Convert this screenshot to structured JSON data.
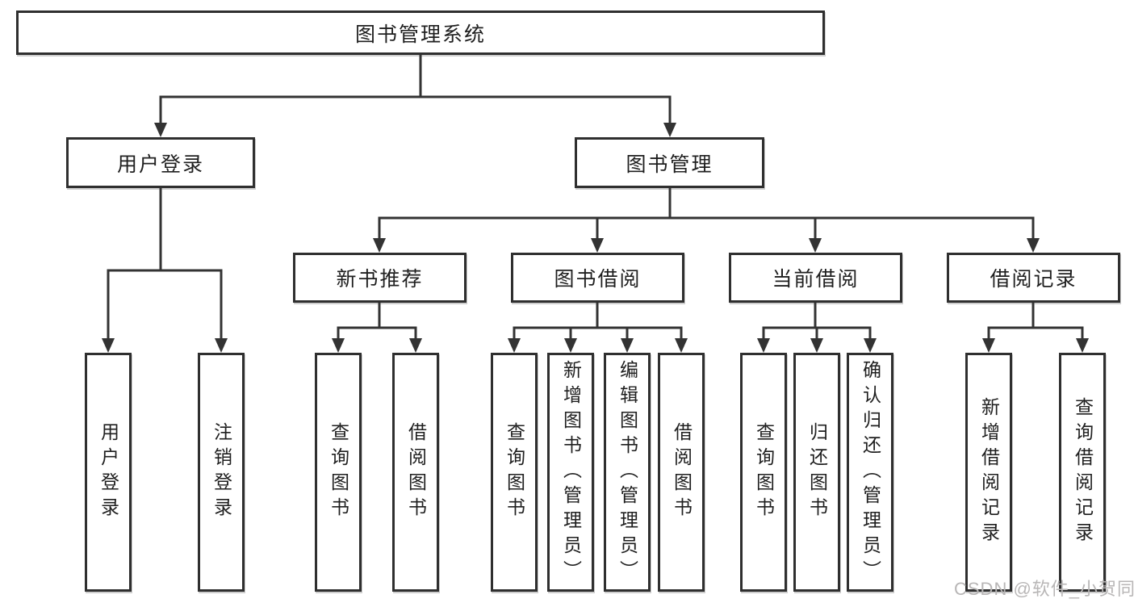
{
  "tree": {
    "root": {
      "label": "图书管理系统"
    },
    "level2": [
      {
        "label": "用户登录"
      },
      {
        "label": "图书管理"
      }
    ],
    "level3": [
      {
        "label": "新书推荐"
      },
      {
        "label": "图书借阅"
      },
      {
        "label": "当前借阅"
      },
      {
        "label": "借阅记录"
      }
    ],
    "leaves": {
      "user_login": [
        {
          "label": "用户登录"
        },
        {
          "label": "注销登录"
        }
      ],
      "new_book": [
        {
          "label": "查询图书"
        },
        {
          "label": "借阅图书"
        }
      ],
      "book_borrow": [
        {
          "label": "查询图书"
        },
        {
          "label": "新增图书（管理员）"
        },
        {
          "label": "编辑图书（管理员）"
        },
        {
          "label": "借阅图书"
        }
      ],
      "current_borrow": [
        {
          "label": "查询图书"
        },
        {
          "label": "归还图书"
        },
        {
          "label": "确认归还（管理员）"
        }
      ],
      "borrow_records": [
        {
          "label": "新增借阅记录"
        },
        {
          "label": "查询借阅记录"
        }
      ]
    }
  },
  "watermark": {
    "text": "CSDN @软件_小贺同学"
  },
  "colors": {
    "line": "#333333",
    "border": "#2f2f2f",
    "text": "#1f1f1f",
    "watermark": "#b8b6b6",
    "background": "#ffffff"
  }
}
